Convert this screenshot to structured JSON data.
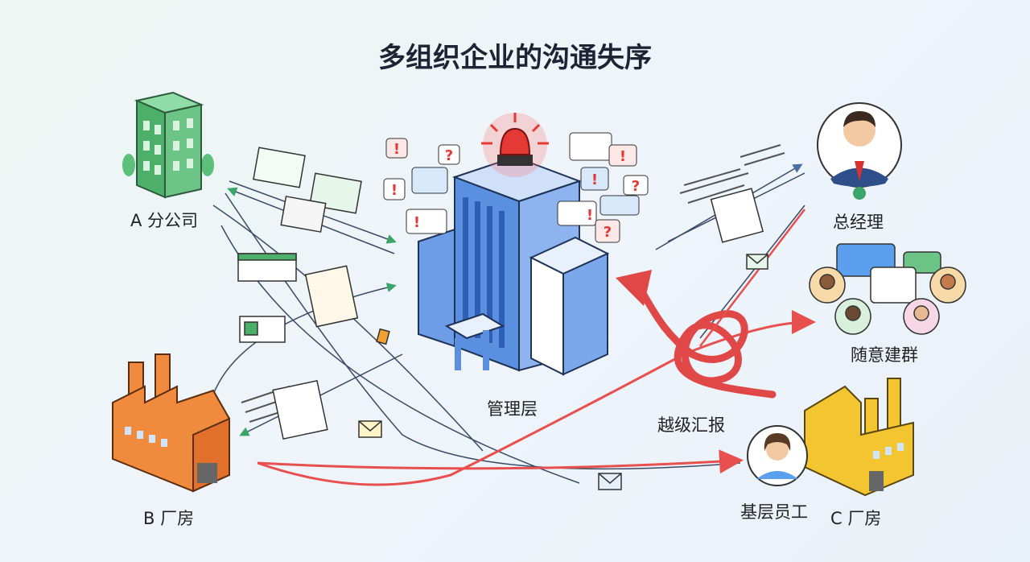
{
  "title": "多组织企业的沟通失序",
  "labels": {
    "branch_a": "A 分公司",
    "factory_b": "B 厂房",
    "factory_c": "C 厂房",
    "management": "管理层",
    "general_manager": "总经理",
    "random_groups": "随意建群",
    "skip_level": "越级汇报",
    "frontline_staff": "基层员工"
  },
  "colors": {
    "title": "#1d2433",
    "alert_red": "#e53935",
    "arrow_red": "#e85050",
    "building_blue": "#5b8fe0",
    "branch_green": "#4caf6a",
    "factory_orange": "#f08a3c",
    "factory_yellow": "#f2c531"
  }
}
